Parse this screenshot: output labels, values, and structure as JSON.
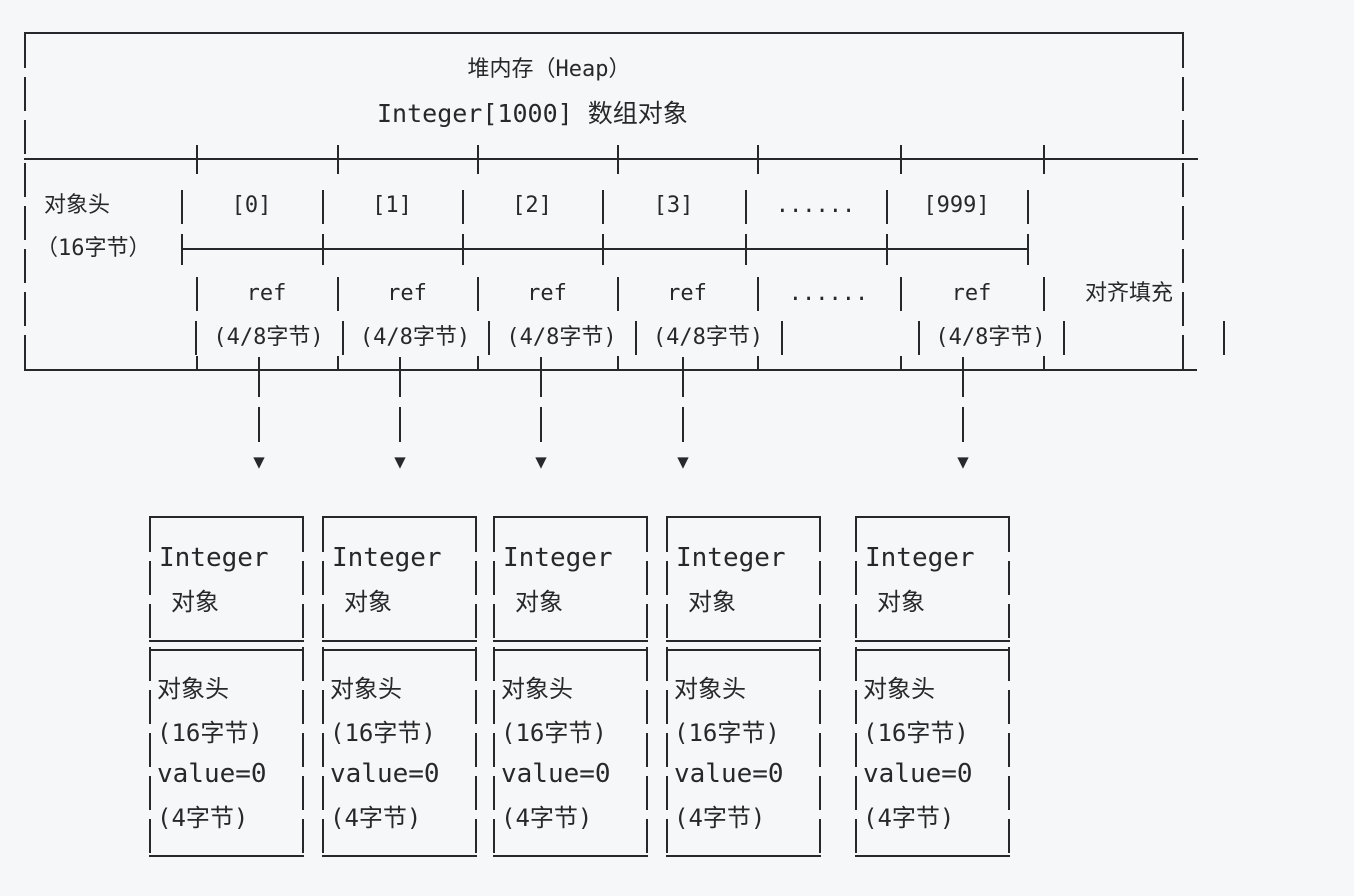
{
  "canvas": {
    "background": "#f6f7f8",
    "ink": "#26282b"
  },
  "heap": {
    "title": "堆内存（Heap）",
    "subtitle": "Integer[1000] 数组对象",
    "header_col": "对象头",
    "header_col_note": "（16字节）",
    "header_cells": [
      "[0]",
      "[1]",
      "[2]",
      "[3]",
      "......",
      "[999]"
    ],
    "ref_cells": [
      "ref",
      "ref",
      "ref",
      "ref",
      "......",
      "ref"
    ],
    "padding_label": "对齐填充",
    "size_cells": [
      "(4/8字节)",
      "(4/8字节)",
      "(4/8字节)",
      "(4/8字节)",
      "(4/8字节)"
    ]
  },
  "icons": {
    "arrow_down": "▼"
  },
  "cards": [
    {
      "title": "Integer",
      "subtitle": "对象",
      "field_header": "对象头",
      "field_header_size": "(16字节)",
      "field_value": "value=0",
      "field_value_size": "(4字节)"
    },
    {
      "title": "Integer",
      "subtitle": "对象",
      "field_header": "对象头",
      "field_header_size": "(16字节)",
      "field_value": "value=0",
      "field_value_size": "(4字节)"
    },
    {
      "title": "Integer",
      "subtitle": "对象",
      "field_header": "对象头",
      "field_header_size": "(16字节)",
      "field_value": "value=0",
      "field_value_size": "(4字节)"
    },
    {
      "title": "Integer",
      "subtitle": "对象",
      "field_header": "对象头",
      "field_header_size": "(16字节)",
      "field_value": "value=0",
      "field_value_size": "(4字节)"
    },
    {
      "title": "Integer",
      "subtitle": "对象",
      "field_header": "对象头",
      "field_header_size": "(16字节)",
      "field_value": "value=0",
      "field_value_size": "(4字节)"
    }
  ]
}
